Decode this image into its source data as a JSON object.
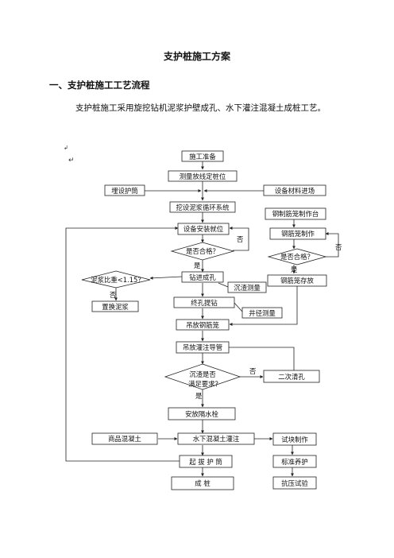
{
  "document": {
    "title": "支护桩施工方案",
    "section_heading": "一、支护桩施工工艺流程",
    "paragraph": "支护桩施工采用旋挖钻机泥浆护壁成孔、水下灌注混凝土成桩工艺。",
    "marks": [
      "↲",
      "↵"
    ]
  },
  "flowchart": {
    "prepare": "施工准备",
    "survey": "测量放线定桩位",
    "casing": "埋设护筒",
    "equipment": "设备材料进场",
    "mud_system": "挖设泥浆循环系统",
    "rig_position": "设备安装就位",
    "qualified_q": "是否合格？",
    "drilling": "钻进成孔",
    "mud_ratio_q": "泥浆比重<1.15？",
    "replace_mud": "置换泥浆",
    "sediment_measure": "沉渣测量",
    "final_hole": "终孔提钻",
    "depth_measure": "井径测量",
    "lower_cage": "吊放钢筋笼",
    "lower_tremie": "吊放灌注导管",
    "sediment_q_line1": "沉渣是否",
    "sediment_q_line2": "满足要求？",
    "second_clean": "二次清孔",
    "water_plug": "安放隔水栓",
    "concrete": "商品混凝土",
    "underwater_pour": "水下混凝土灌注",
    "pull_casing": "起 拔 护 筒",
    "pile_done": "成 桩",
    "rebar_yard": "钢制筋笼制作台",
    "cage_make": "钢筋笼制作",
    "cage_q": "是否合格？",
    "cage_store": "钢筋笼存放",
    "specimen": "试块制作",
    "standard_cure": "标准养护",
    "compress_test": "抗压试验",
    "yes": "是",
    "no": "否"
  }
}
